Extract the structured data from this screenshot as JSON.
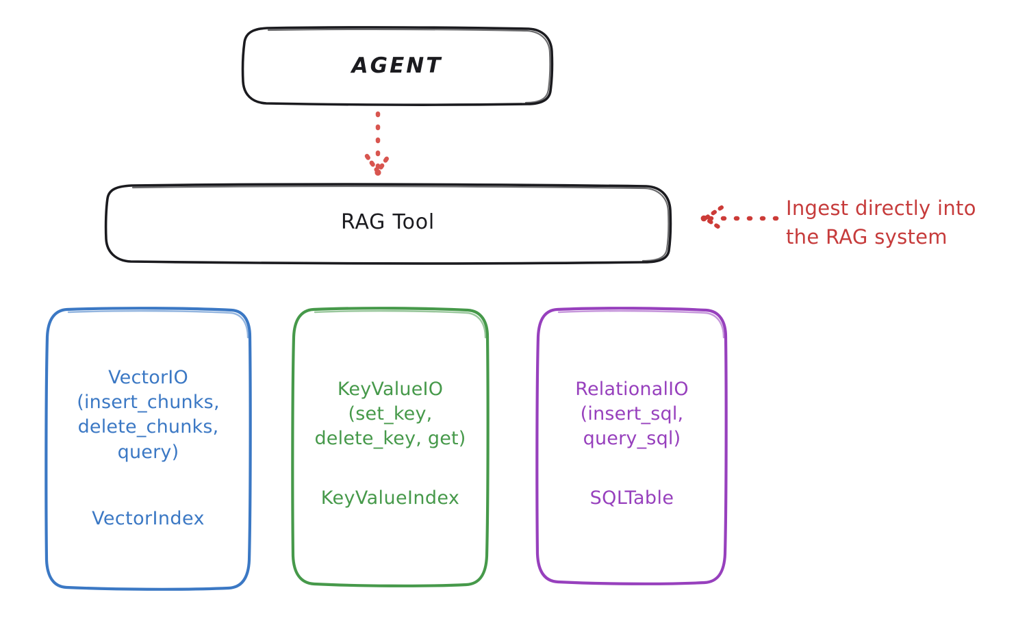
{
  "diagram": {
    "title_node": {
      "label": "AGENT"
    },
    "tool_node": {
      "label": "RAG Tool"
    },
    "annotation": {
      "text": "Ingest directly into\nthe RAG system",
      "color": "#c63b3b"
    },
    "providers": [
      {
        "name": "vector",
        "color": "#3b78c4",
        "io_label": "VectorIO\n(insert_chunks,\ndelete_chunks,\nquery)",
        "index_label": "VectorIndex"
      },
      {
        "name": "keyvalue",
        "color": "#46994a",
        "io_label": "KeyValueIO\n(set_key,\ndelete_key, get)",
        "index_label": "KeyValueIndex"
      },
      {
        "name": "relational",
        "color": "#9740bd",
        "io_label": "RelationalIO\n(insert_sql,\nquery_sql)",
        "index_label": "SQLTable"
      }
    ],
    "connectors": [
      {
        "name": "agent-to-ragtool",
        "style": "dotted",
        "color": "#c63b3b",
        "direction": "down"
      },
      {
        "name": "ingest-into-ragtool",
        "style": "dotted",
        "color": "#c63b3b",
        "direction": "left"
      }
    ],
    "colors": {
      "stroke": "#1b1b1f",
      "background": "#ffffff",
      "accent_red": "#c63b3b",
      "blue": "#3b78c4",
      "green": "#46994a",
      "purple": "#9740bd"
    }
  }
}
